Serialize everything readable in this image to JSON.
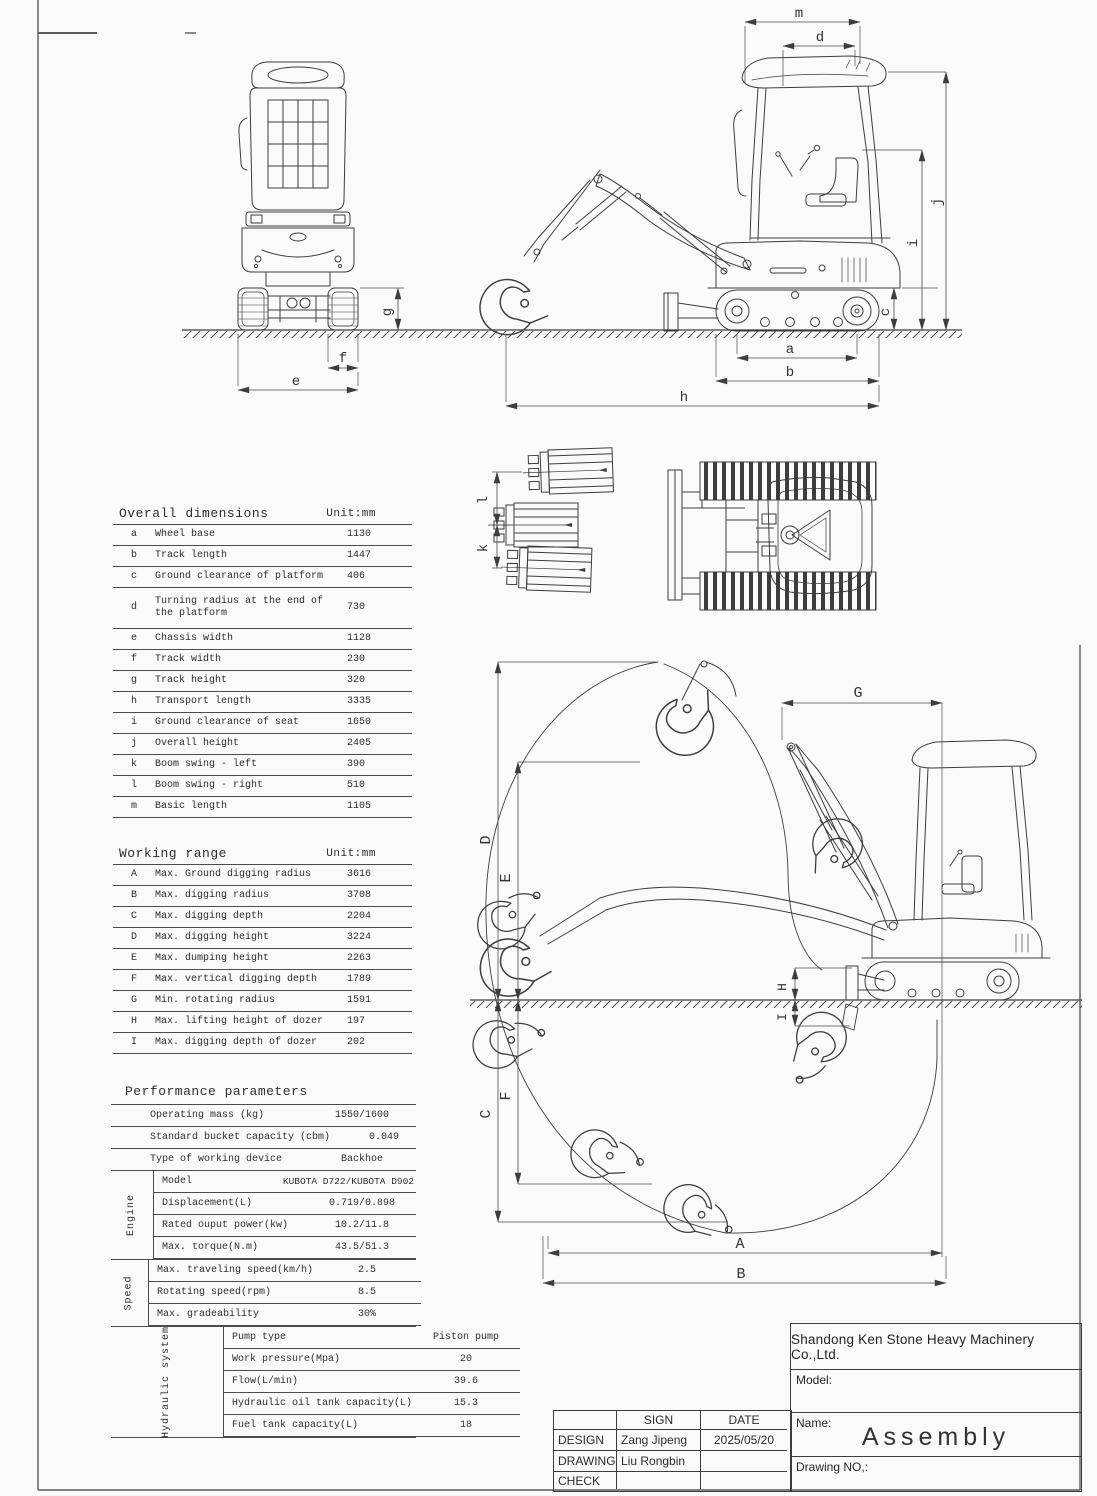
{
  "dims": {
    "front": {
      "g": "g",
      "f": "f",
      "e": "e"
    },
    "side": {
      "m": "m",
      "d": "d",
      "j": "j",
      "i": "i",
      "c": "c",
      "a": "a",
      "b": "b",
      "h": "h"
    },
    "swing": {
      "k": "k",
      "l": "l"
    },
    "range": {
      "G": "G",
      "D": "D",
      "E": "E",
      "C": "C",
      "F": "F",
      "A": "A",
      "B": "B",
      "H": "H",
      "I": "I"
    }
  },
  "overall": {
    "title": "Overall dimensions",
    "unit": "Unit:mm",
    "rows": [
      {
        "key": "a",
        "label": "Wheel base",
        "value": "1130"
      },
      {
        "key": "b",
        "label": "Track length",
        "value": "1447"
      },
      {
        "key": "c",
        "label": "Ground clearance of platform",
        "value": "406"
      },
      {
        "key": "d",
        "label": "Turning radius at the end of the platform",
        "value": "730"
      },
      {
        "key": "e",
        "label": "Chassis width",
        "value": "1128"
      },
      {
        "key": "f",
        "label": "Track width",
        "value": "230"
      },
      {
        "key": "g",
        "label": "Track height",
        "value": "320"
      },
      {
        "key": "h",
        "label": "Transport length",
        "value": "3335"
      },
      {
        "key": "i",
        "label": "Ground clearance of seat",
        "value": "1650"
      },
      {
        "key": "j",
        "label": "Overall height",
        "value": "2405"
      },
      {
        "key": "k",
        "label": "Boom swing - left",
        "value": "390"
      },
      {
        "key": "l",
        "label": "Boom swing - right",
        "value": "510"
      },
      {
        "key": "m",
        "label": "Basic length",
        "value": "1105"
      }
    ]
  },
  "working": {
    "title": "Working range",
    "unit": "Unit:mm",
    "rows": [
      {
        "key": "A",
        "label": "Max. Ground digging radius",
        "value": "3616"
      },
      {
        "key": "B",
        "label": "Max. digging radius",
        "value": "3708"
      },
      {
        "key": "C",
        "label": "Max. digging depth",
        "value": "2204"
      },
      {
        "key": "D",
        "label": "Max. digging height",
        "value": "3224"
      },
      {
        "key": "E",
        "label": "Max. dumping height",
        "value": "2263"
      },
      {
        "key": "F",
        "label": "Max. vertical digging depth",
        "value": "1789"
      },
      {
        "key": "G",
        "label": "Min. rotating radius",
        "value": "1591"
      },
      {
        "key": "H",
        "label": "Max. lifting height of dozer",
        "value": "197"
      },
      {
        "key": "I",
        "label": "Max. digging depth of dozer",
        "value": "202"
      }
    ]
  },
  "performance": {
    "title": "Performance parameters",
    "plain_rows": [
      {
        "label": "Operating mass (kg)",
        "value": "1550/1600"
      },
      {
        "label": "Standard bucket capacity (cbm)",
        "value": "0.049"
      },
      {
        "label": "Type of working device",
        "value": "Backhoe"
      }
    ],
    "groups": [
      {
        "name": "Engine",
        "rows": [
          {
            "label": "Model",
            "value": "KUBOTA D722/KUBOTA D902"
          },
          {
            "label": "Displacement(L)",
            "value": "0.719/0.898"
          },
          {
            "label": "Rated ouput power(kw)",
            "value": "10.2/11.8"
          },
          {
            "label": "Max. torque(N.m)",
            "value": "43.5/51.3"
          }
        ]
      },
      {
        "name": "Speed",
        "rows": [
          {
            "label": "Max. traveling speed(km/h)",
            "value": "2.5"
          },
          {
            "label": "Rotating speed(rpm)",
            "value": "8.5"
          },
          {
            "label": "Max. gradeability",
            "value": "30%"
          }
        ]
      },
      {
        "name": "Hydraulic system",
        "rows": [
          {
            "label": "Pump type",
            "value": "Piston pump"
          },
          {
            "label": "Work pressure(Mpa)",
            "value": "20"
          },
          {
            "label": "Flow(L/min)",
            "value": "39.6"
          },
          {
            "label": "Hydraulic oil tank capacity(L)",
            "value": "15.3"
          },
          {
            "label": "Fuel tank capacity(L)",
            "value": "18"
          }
        ]
      }
    ]
  },
  "title_block": {
    "company": "Shandong Ken Stone Heavy Machinery Co.,Ltd.",
    "model_label": "Model:",
    "name_label": "Name:",
    "name_value": "Assembly",
    "drawing_no_label": "Drawing NO,:",
    "sign_header": "SIGN",
    "date_header": "DATE",
    "rows": [
      {
        "label": "DESIGN",
        "sign": "Zang Jipeng",
        "date": "2025/05/20"
      },
      {
        "label": "DRAWING",
        "sign": "Liu Rongbin",
        "date": ""
      },
      {
        "label": "CHECK",
        "sign": "",
        "date": ""
      }
    ]
  }
}
